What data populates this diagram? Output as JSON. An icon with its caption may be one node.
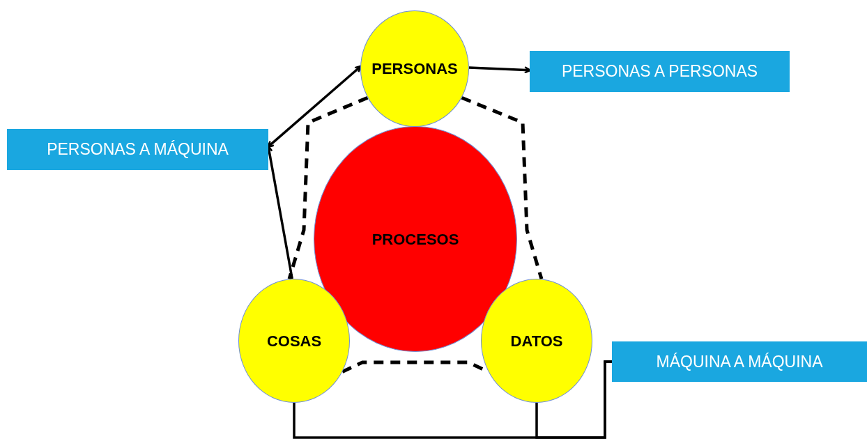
{
  "diagram": {
    "nodes": [
      {
        "text": [
          "PERSONAS"
        ]
      },
      {
        "text": [
          "PERSONAS A PERSONAS"
        ]
      },
      {
        "text": [
          "PERSONAS A MÁQUINA"
        ]
      },
      {
        "text": [
          "PROCESOS"
        ]
      },
      {
        "text": [
          "COSAS"
        ]
      },
      {
        "text": [
          "DATOS"
        ]
      },
      {
        "text": [
          "MÁQUINA A MÁQUINA"
        ]
      }
    ],
    "edges": [
      {
        "from": 0,
        "to": 1,
        "arrow": "to"
      },
      {
        "from": 0,
        "to": 2,
        "arrow": "both"
      },
      {
        "from": 4,
        "to": 2,
        "arrow": "to"
      },
      {
        "from": 0,
        "to": 4,
        "arrow": "none",
        "style": "dashed"
      },
      {
        "from": 0,
        "to": 5,
        "arrow": "none",
        "style": "dashed"
      },
      {
        "from": 4,
        "to": 5,
        "arrow": "none",
        "style": "dashed"
      },
      {
        "from": 4,
        "to": 6,
        "arrow": "none"
      },
      {
        "from": 5,
        "to": 6,
        "arrow": "none"
      }
    ]
  }
}
